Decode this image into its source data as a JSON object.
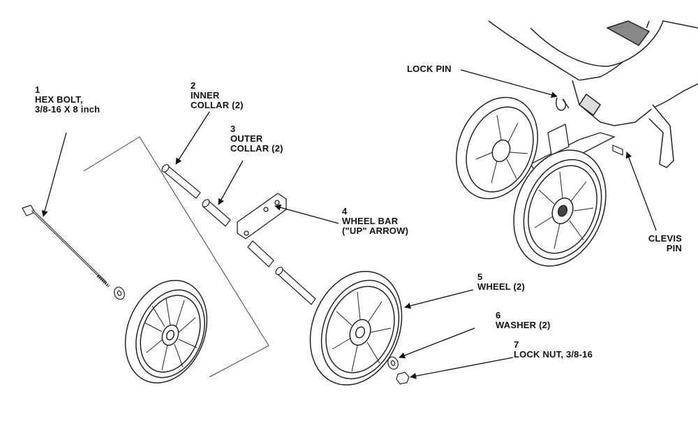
{
  "parts": [
    {
      "number": "1",
      "name": "HEX BOLT,",
      "spec": "3/8-16 X 8 inch"
    },
    {
      "number": "2",
      "name": "INNER",
      "spec": "COLLAR (2)"
    },
    {
      "number": "3",
      "name": "OUTER",
      "spec": "COLLAR (2)"
    },
    {
      "number": "4",
      "name": "WHEEL BAR",
      "spec": "(\"UP\" ARROW)"
    },
    {
      "number": "5",
      "name": "WHEEL (2)"
    },
    {
      "number": "6",
      "name": "WASHER (2)"
    },
    {
      "number": "7",
      "name": "LOCK NUT, 3/8-16"
    }
  ],
  "callouts": {
    "lock_pin": "LOCK PIN",
    "clevis_pin_line1": "CLEVIS",
    "clevis_pin_line2": "PIN"
  }
}
